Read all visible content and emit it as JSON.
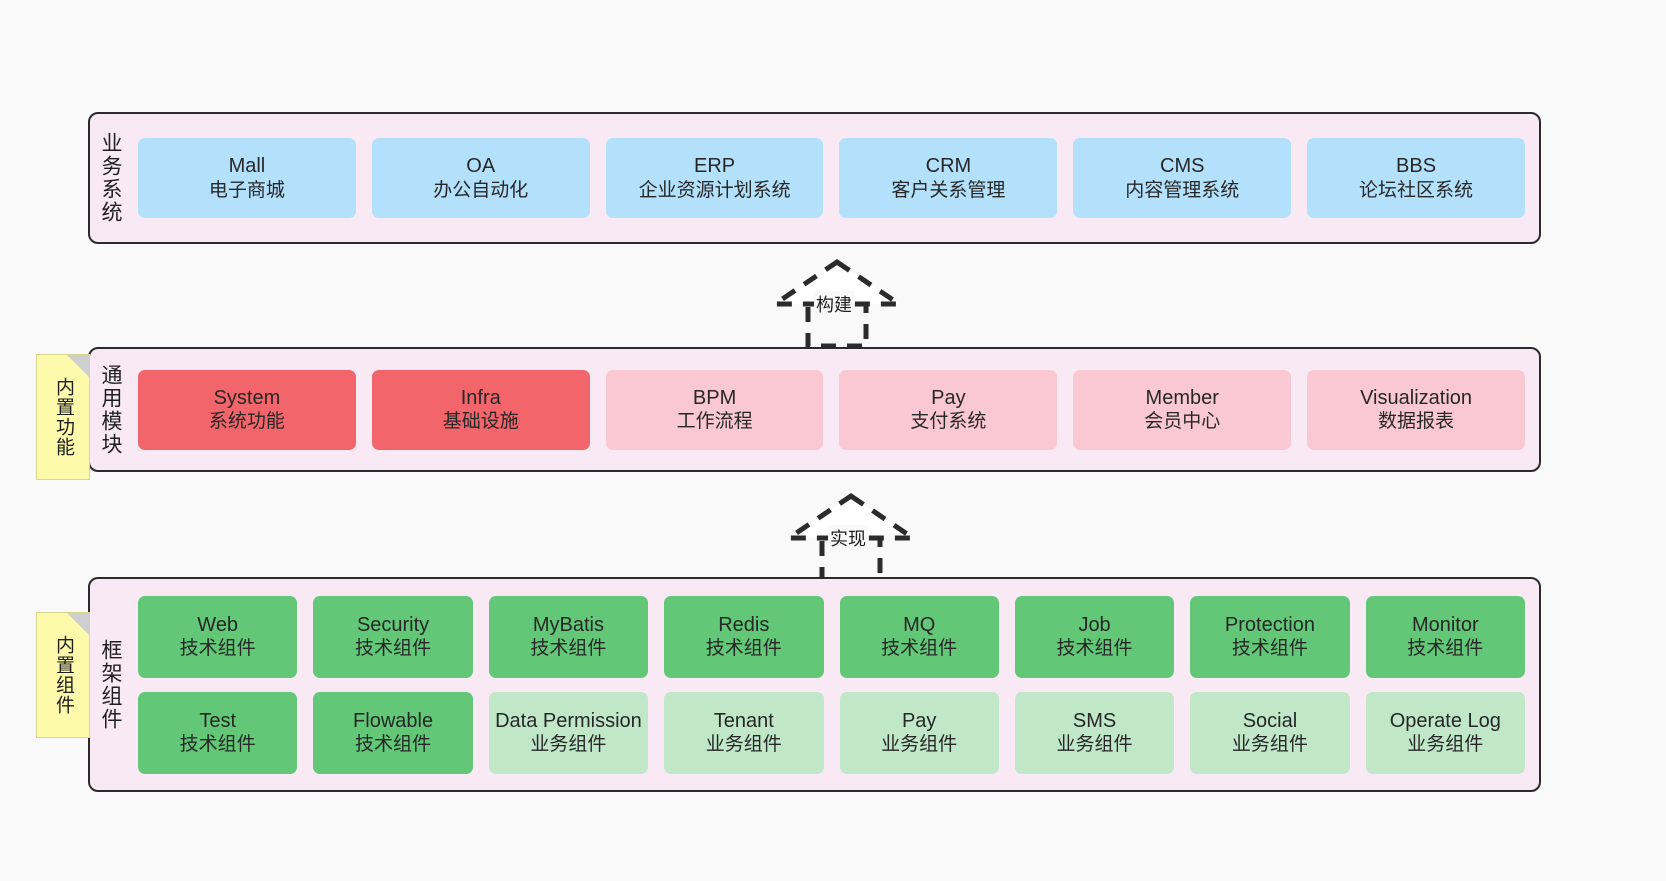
{
  "diagram": {
    "background_color": "#f9f9f9",
    "panel_color": "#f9e9f4",
    "border_color": "#2b2b2b"
  },
  "notes": [
    {
      "id": "builtin-function",
      "label": "内置功能",
      "color": "#fdfbab"
    },
    {
      "id": "builtin-component",
      "label": "内置组件",
      "color": "#fdfbab"
    }
  ],
  "arrows": [
    {
      "id": "build",
      "label": "构建",
      "style": "dashed-hollow-triangle",
      "direction": "up"
    },
    {
      "id": "implement",
      "label": "实现",
      "style": "dashed-hollow-triangle",
      "direction": "up"
    }
  ],
  "layers": [
    {
      "id": "business-system",
      "title": "业务系统",
      "accent": "#b3e0fb",
      "cards": [
        {
          "en": "Mall",
          "cn": "电子商城"
        },
        {
          "en": "OA",
          "cn": "办公自动化"
        },
        {
          "en": "ERP",
          "cn": "企业资源计划系统"
        },
        {
          "en": "CRM",
          "cn": "客户关系管理"
        },
        {
          "en": "CMS",
          "cn": "内容管理系统"
        },
        {
          "en": "BBS",
          "cn": "论坛社区系统"
        }
      ]
    },
    {
      "id": "common-module",
      "title": "通用模块",
      "accent": "#f2656b",
      "accent_secondary": "#fac8d2",
      "cards": [
        {
          "en": "System",
          "cn": "系统功能",
          "tone": "strong"
        },
        {
          "en": "Infra",
          "cn": "基础设施",
          "tone": "strong"
        },
        {
          "en": "BPM",
          "cn": "工作流程",
          "tone": "light"
        },
        {
          "en": "Pay",
          "cn": "支付系统",
          "tone": "light"
        },
        {
          "en": "Member",
          "cn": "会员中心",
          "tone": "light"
        },
        {
          "en": "Visualization",
          "cn": "数据报表",
          "tone": "light"
        }
      ]
    },
    {
      "id": "framework-component",
      "title": "框架组件",
      "accent": "#62c878",
      "accent_secondary": "#bfe7c8",
      "cards": [
        {
          "en": "Web",
          "cn": "技术组件",
          "tone": "strong"
        },
        {
          "en": "Security",
          "cn": "技术组件",
          "tone": "strong"
        },
        {
          "en": "MyBatis",
          "cn": "技术组件",
          "tone": "strong"
        },
        {
          "en": "Redis",
          "cn": "技术组件",
          "tone": "strong"
        },
        {
          "en": "MQ",
          "cn": "技术组件",
          "tone": "strong"
        },
        {
          "en": "Job",
          "cn": "技术组件",
          "tone": "strong"
        },
        {
          "en": "Protection",
          "cn": "技术组件",
          "tone": "strong"
        },
        {
          "en": "Monitor",
          "cn": "技术组件",
          "tone": "strong"
        },
        {
          "en": "Test",
          "cn": "技术组件",
          "tone": "strong"
        },
        {
          "en": "Flowable",
          "cn": "技术组件",
          "tone": "strong"
        },
        {
          "en": "Data Permission",
          "cn": "业务组件",
          "tone": "light"
        },
        {
          "en": "Tenant",
          "cn": "业务组件",
          "tone": "light"
        },
        {
          "en": "Pay",
          "cn": "业务组件",
          "tone": "light"
        },
        {
          "en": "SMS",
          "cn": "业务组件",
          "tone": "light"
        },
        {
          "en": "Social",
          "cn": "业务组件",
          "tone": "light"
        },
        {
          "en": "Operate Log",
          "cn": "业务组件",
          "tone": "light"
        }
      ]
    }
  ]
}
